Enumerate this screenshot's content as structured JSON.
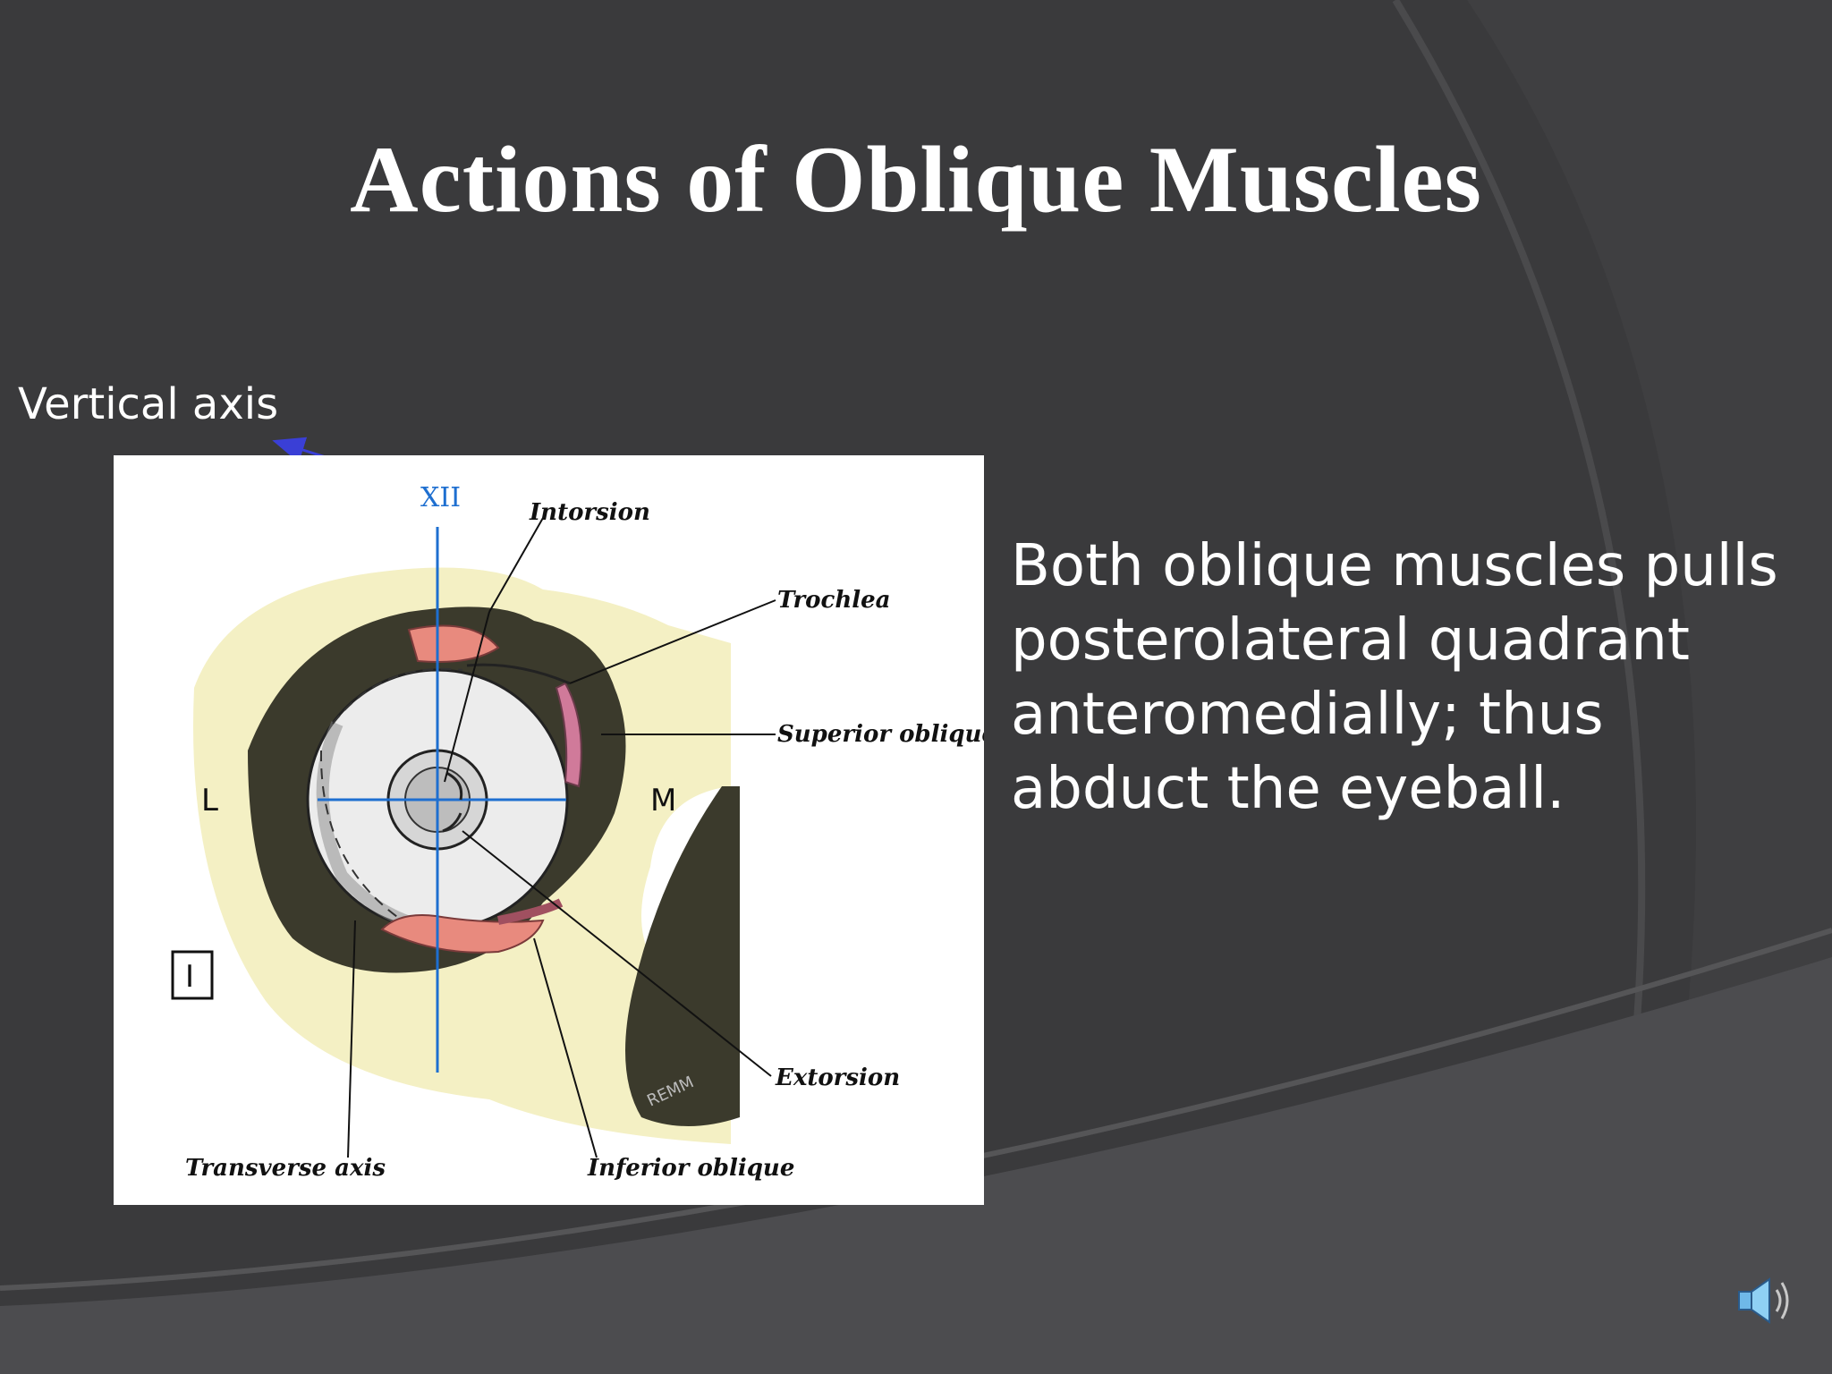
{
  "slide": {
    "title": "Actions of Oblique Muscles",
    "axis_caption": "Vertical axis",
    "body_text": "Both oblique muscles  pulls posterolateral quadrant anteromedially; thus  abduct the eyeball."
  },
  "figure": {
    "labels": {
      "intorsion": "Intorsion",
      "trochlea": "Trochlea",
      "superior_oblique": "Superior oblique",
      "extorsion": "Extorsion",
      "transverse_axis": "Transverse axis",
      "inferior_oblique": "Inferior oblique",
      "lateral": "L",
      "medial": "M",
      "numeral_top": "XII",
      "boxed_numeral": "I",
      "signature": "REMM"
    }
  },
  "colors": {
    "background": "#3a3a3c",
    "title": "#ffffff",
    "axis_line": "#1e6fd0",
    "arrow": "#3a3fd6",
    "muscle": "#e88a7e",
    "orbit_fill": "#3b3a2c",
    "skin": "#f4f0c4"
  },
  "icons": {
    "speaker": "speaker-icon"
  }
}
